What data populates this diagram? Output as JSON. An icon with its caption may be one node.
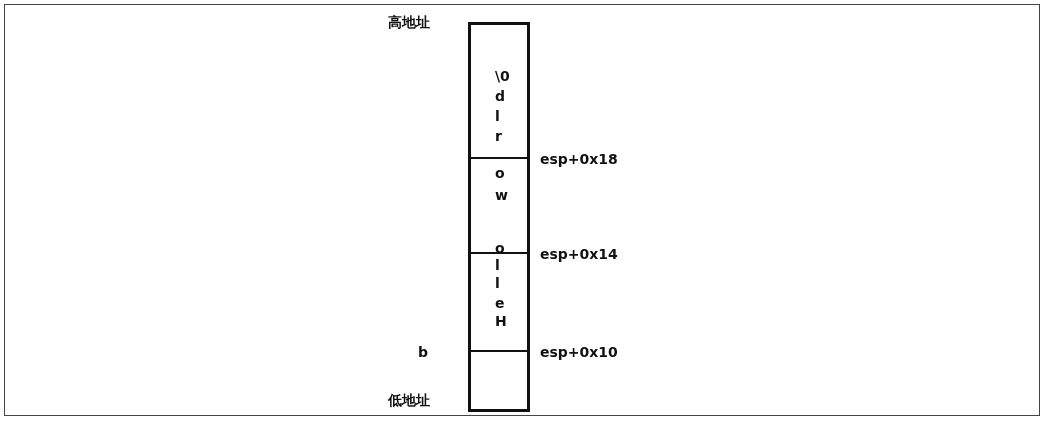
{
  "diagram": {
    "nodes": [
      {
        "text": [
          "\\0",
          "d",
          "l",
          "r"
        ]
      },
      {
        "text": [
          "o",
          "w",
          "o"
        ]
      },
      {
        "text": [
          "l",
          "l",
          "e",
          "H"
        ]
      },
      {
        "text": [],
        "shape": "box"
      }
    ],
    "edges": [],
    "labels": [
      "高地址",
      "esp+0x18",
      "esp+0x14",
      "b",
      "esp+0x10",
      "低地址"
    ]
  }
}
